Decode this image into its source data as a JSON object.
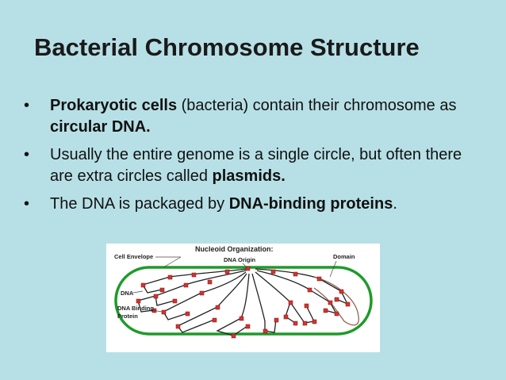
{
  "slide": {
    "title": "Bacterial Chromosome Structure",
    "bullets": [
      {
        "b1_bold1": "Prokaryotic cells",
        "b1_t1": " (bacteria) contain their chromosome as ",
        "b1_bold2": "circular  DNA."
      },
      {
        "b2_t1": "Usually the entire genome is a single circle, but often there are extra circles called ",
        "b2_bold1": "plasmids."
      },
      {
        "b3_t1": "The DNA is packaged by ",
        "b3_bold1": "DNA-binding proteins",
        "b3_t2": "."
      }
    ],
    "bullet_symbol": "•"
  },
  "figure": {
    "title": "Nucleoid Organization:",
    "labels": {
      "cell_envelope": "Cell Envelope",
      "dna_origin": "DNA Origin",
      "domain": "Domain",
      "dna": "DNA",
      "dna_binding_1": "DNA Binding",
      "dna_binding_2": "Protein"
    },
    "colors": {
      "envelope": "#1f9a2a",
      "protein": "#d8322e",
      "dna": "#222222"
    }
  },
  "theme": {
    "background": "#b7e0e6"
  }
}
